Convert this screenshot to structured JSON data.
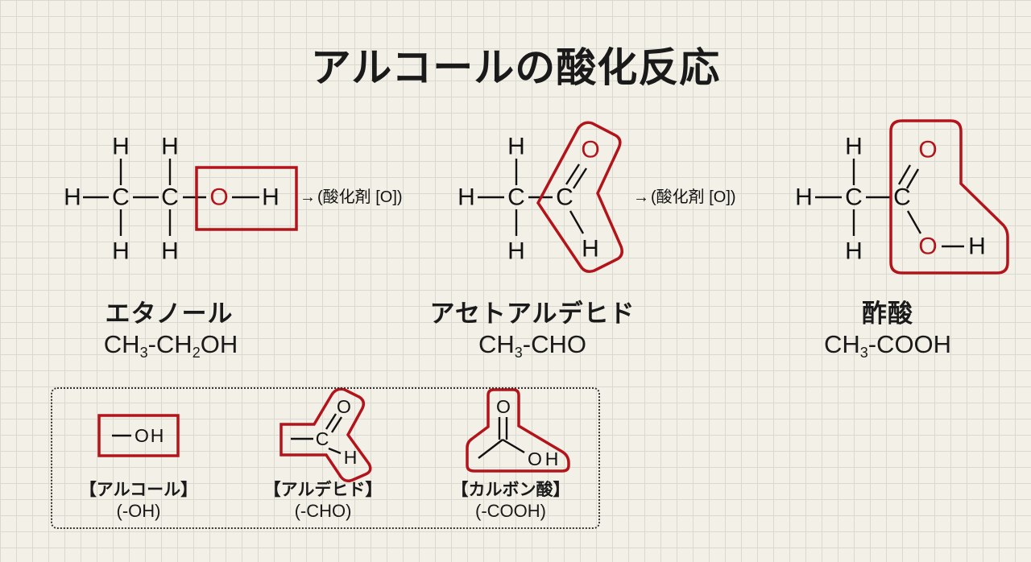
{
  "title": "アルコールの酸化反応",
  "colors": {
    "highlight": "#b3141b",
    "grid": "#d9d9cf",
    "background": "#f3f1e7"
  },
  "atoms": {
    "h": "H",
    "c": "C",
    "o": "O"
  },
  "reagent_label": "(酸化剤 [O])",
  "arrow_glyph": "→",
  "compounds": [
    {
      "name": "エタノール",
      "formula_parts": [
        "CH",
        "3",
        "-CH",
        "2",
        "OH"
      ]
    },
    {
      "name": "アセトアルデヒド",
      "formula_parts": [
        "CH",
        "3",
        "-CHO"
      ]
    },
    {
      "name": "酢酸",
      "formula_parts": [
        "CH",
        "3",
        "-COOH"
      ]
    }
  ],
  "legend": {
    "alcohol": {
      "label": "【アルコール】",
      "group": "(-OH)",
      "fragment_text": "OH"
    },
    "aldehyde": {
      "label": "【アルデヒド】",
      "group": "(-CHO)"
    },
    "carboxylic": {
      "label": "【カルボン酸】",
      "group": "(-COOH)",
      "fragment_text": "OH"
    }
  }
}
